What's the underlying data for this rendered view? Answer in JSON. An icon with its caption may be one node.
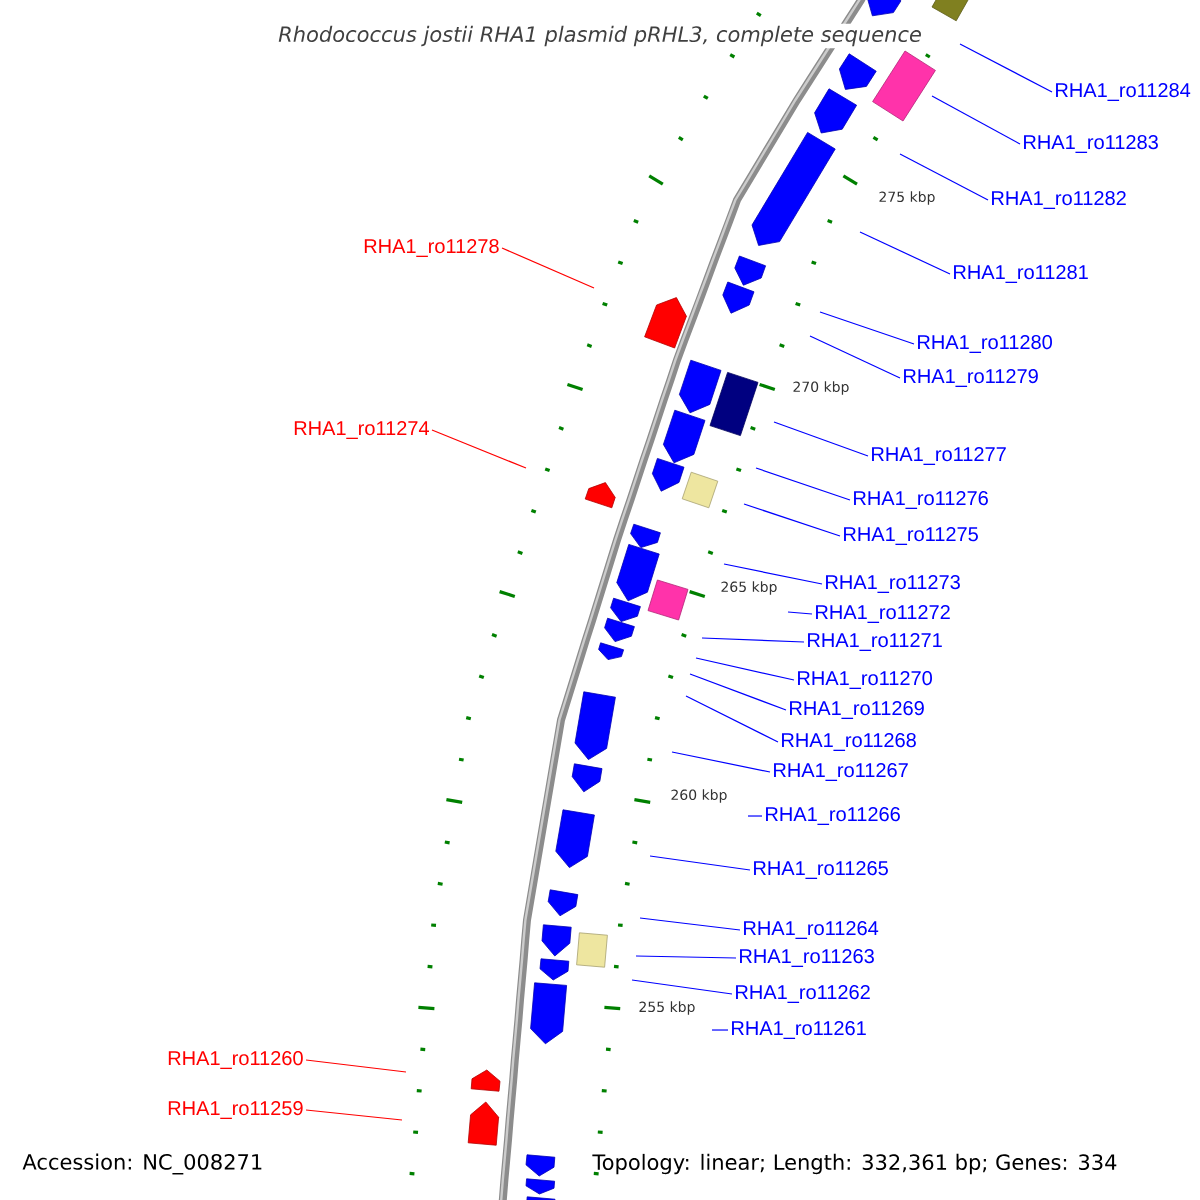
{
  "diagram": {
    "title": "Rhodococcus jostii RHA1 plasmid pRHL3, complete sequence",
    "nodes": [
      {
        "text": [
          "RHA1_ro11284"
        ]
      },
      {
        "text": [
          "RHA1_ro11283"
        ]
      },
      {
        "text": [
          "RHA1_ro11282"
        ]
      },
      {
        "text": [
          "RHA1_ro11278"
        ]
      },
      {
        "text": [
          "RHA1_ro11281"
        ]
      },
      {
        "text": [
          "RHA1_ro11280"
        ]
      },
      {
        "text": [
          "RHA1_ro11279"
        ]
      },
      {
        "text": [
          "RHA1_ro11274"
        ]
      },
      {
        "text": [
          "RHA1_ro11277"
        ]
      },
      {
        "text": [
          "RHA1_ro11276"
        ]
      },
      {
        "text": [
          "RHA1_ro11275"
        ]
      },
      {
        "text": [
          "RHA1_ro11273"
        ]
      },
      {
        "text": [
          "RHA1_ro11272"
        ]
      },
      {
        "text": [
          "RHA1_ro11271"
        ]
      },
      {
        "text": [
          "RHA1_ro11270"
        ]
      },
      {
        "text": [
          "RHA1_ro11269"
        ]
      },
      {
        "text": [
          "RHA1_ro11268"
        ]
      },
      {
        "text": [
          "RHA1_ro11267"
        ]
      },
      {
        "text": [
          "RHA1_ro11266"
        ]
      },
      {
        "text": [
          "RHA1_ro11265"
        ]
      },
      {
        "text": [
          "RHA1_ro11264"
        ]
      },
      {
        "text": [
          "RHA1_ro11263"
        ]
      },
      {
        "text": [
          "RHA1_ro11262"
        ]
      },
      {
        "text": [
          "RHA1_ro11261"
        ]
      },
      {
        "text": [
          "RHA1_ro11260"
        ]
      },
      {
        "text": [
          "RHA1_ro11259"
        ]
      }
    ],
    "edges": [
      {
        "from": 0,
        "to": null,
        "arrow": "none"
      },
      {
        "from": 1,
        "to": null,
        "arrow": "none"
      },
      {
        "from": 2,
        "to": null,
        "arrow": "none"
      },
      {
        "from": 3,
        "to": null,
        "arrow": "none",
        "color": "#ff0000"
      },
      {
        "from": 4,
        "to": null,
        "arrow": "none"
      },
      {
        "from": 5,
        "to": null,
        "arrow": "none"
      },
      {
        "from": 6,
        "to": null,
        "arrow": "none"
      },
      {
        "from": 7,
        "to": null,
        "arrow": "none",
        "color": "#ff0000"
      },
      {
        "from": 8,
        "to": null,
        "arrow": "none"
      },
      {
        "from": 9,
        "to": null,
        "arrow": "none"
      },
      {
        "from": 10,
        "to": null,
        "arrow": "none"
      },
      {
        "from": 11,
        "to": null,
        "arrow": "none"
      },
      {
        "from": 12,
        "to": null,
        "arrow": "none"
      },
      {
        "from": 13,
        "to": null,
        "arrow": "none"
      },
      {
        "from": 14,
        "to": null,
        "arrow": "none"
      },
      {
        "from": 15,
        "to": null,
        "arrow": "none"
      },
      {
        "from": 16,
        "to": null,
        "arrow": "none"
      },
      {
        "from": 17,
        "to": null,
        "arrow": "none"
      },
      {
        "from": 18,
        "to": null,
        "arrow": "none"
      },
      {
        "from": 19,
        "to": null,
        "arrow": "none"
      },
      {
        "from": 20,
        "to": null,
        "arrow": "none"
      },
      {
        "from": 21,
        "to": null,
        "arrow": "none"
      },
      {
        "from": 22,
        "to": null,
        "arrow": "none"
      },
      {
        "from": 23,
        "to": null,
        "arrow": "none"
      },
      {
        "from": 24,
        "to": null,
        "arrow": "none",
        "color": "#ff0000"
      },
      {
        "from": 25,
        "to": null,
        "arrow": "none",
        "color": "#ff0000"
      }
    ],
    "labels": [
      "275 kbp",
      "270 kbp",
      "265 kbp",
      "260 kbp",
      "255 kbp",
      "Accession: NC_008271",
      "Topology: linear; Length: 332,361 bp; Genes: 334"
    ]
  }
}
